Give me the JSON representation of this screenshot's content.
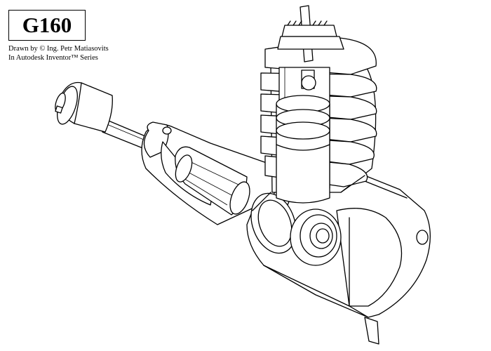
{
  "title": "G160",
  "credits": {
    "line1": "Drawn by © Ing. Petr Matiasovits",
    "line2": "In Autodesk Inventor™ Series"
  },
  "drawing": {
    "subject": "model engine cutaway",
    "style": "black line art on white"
  }
}
